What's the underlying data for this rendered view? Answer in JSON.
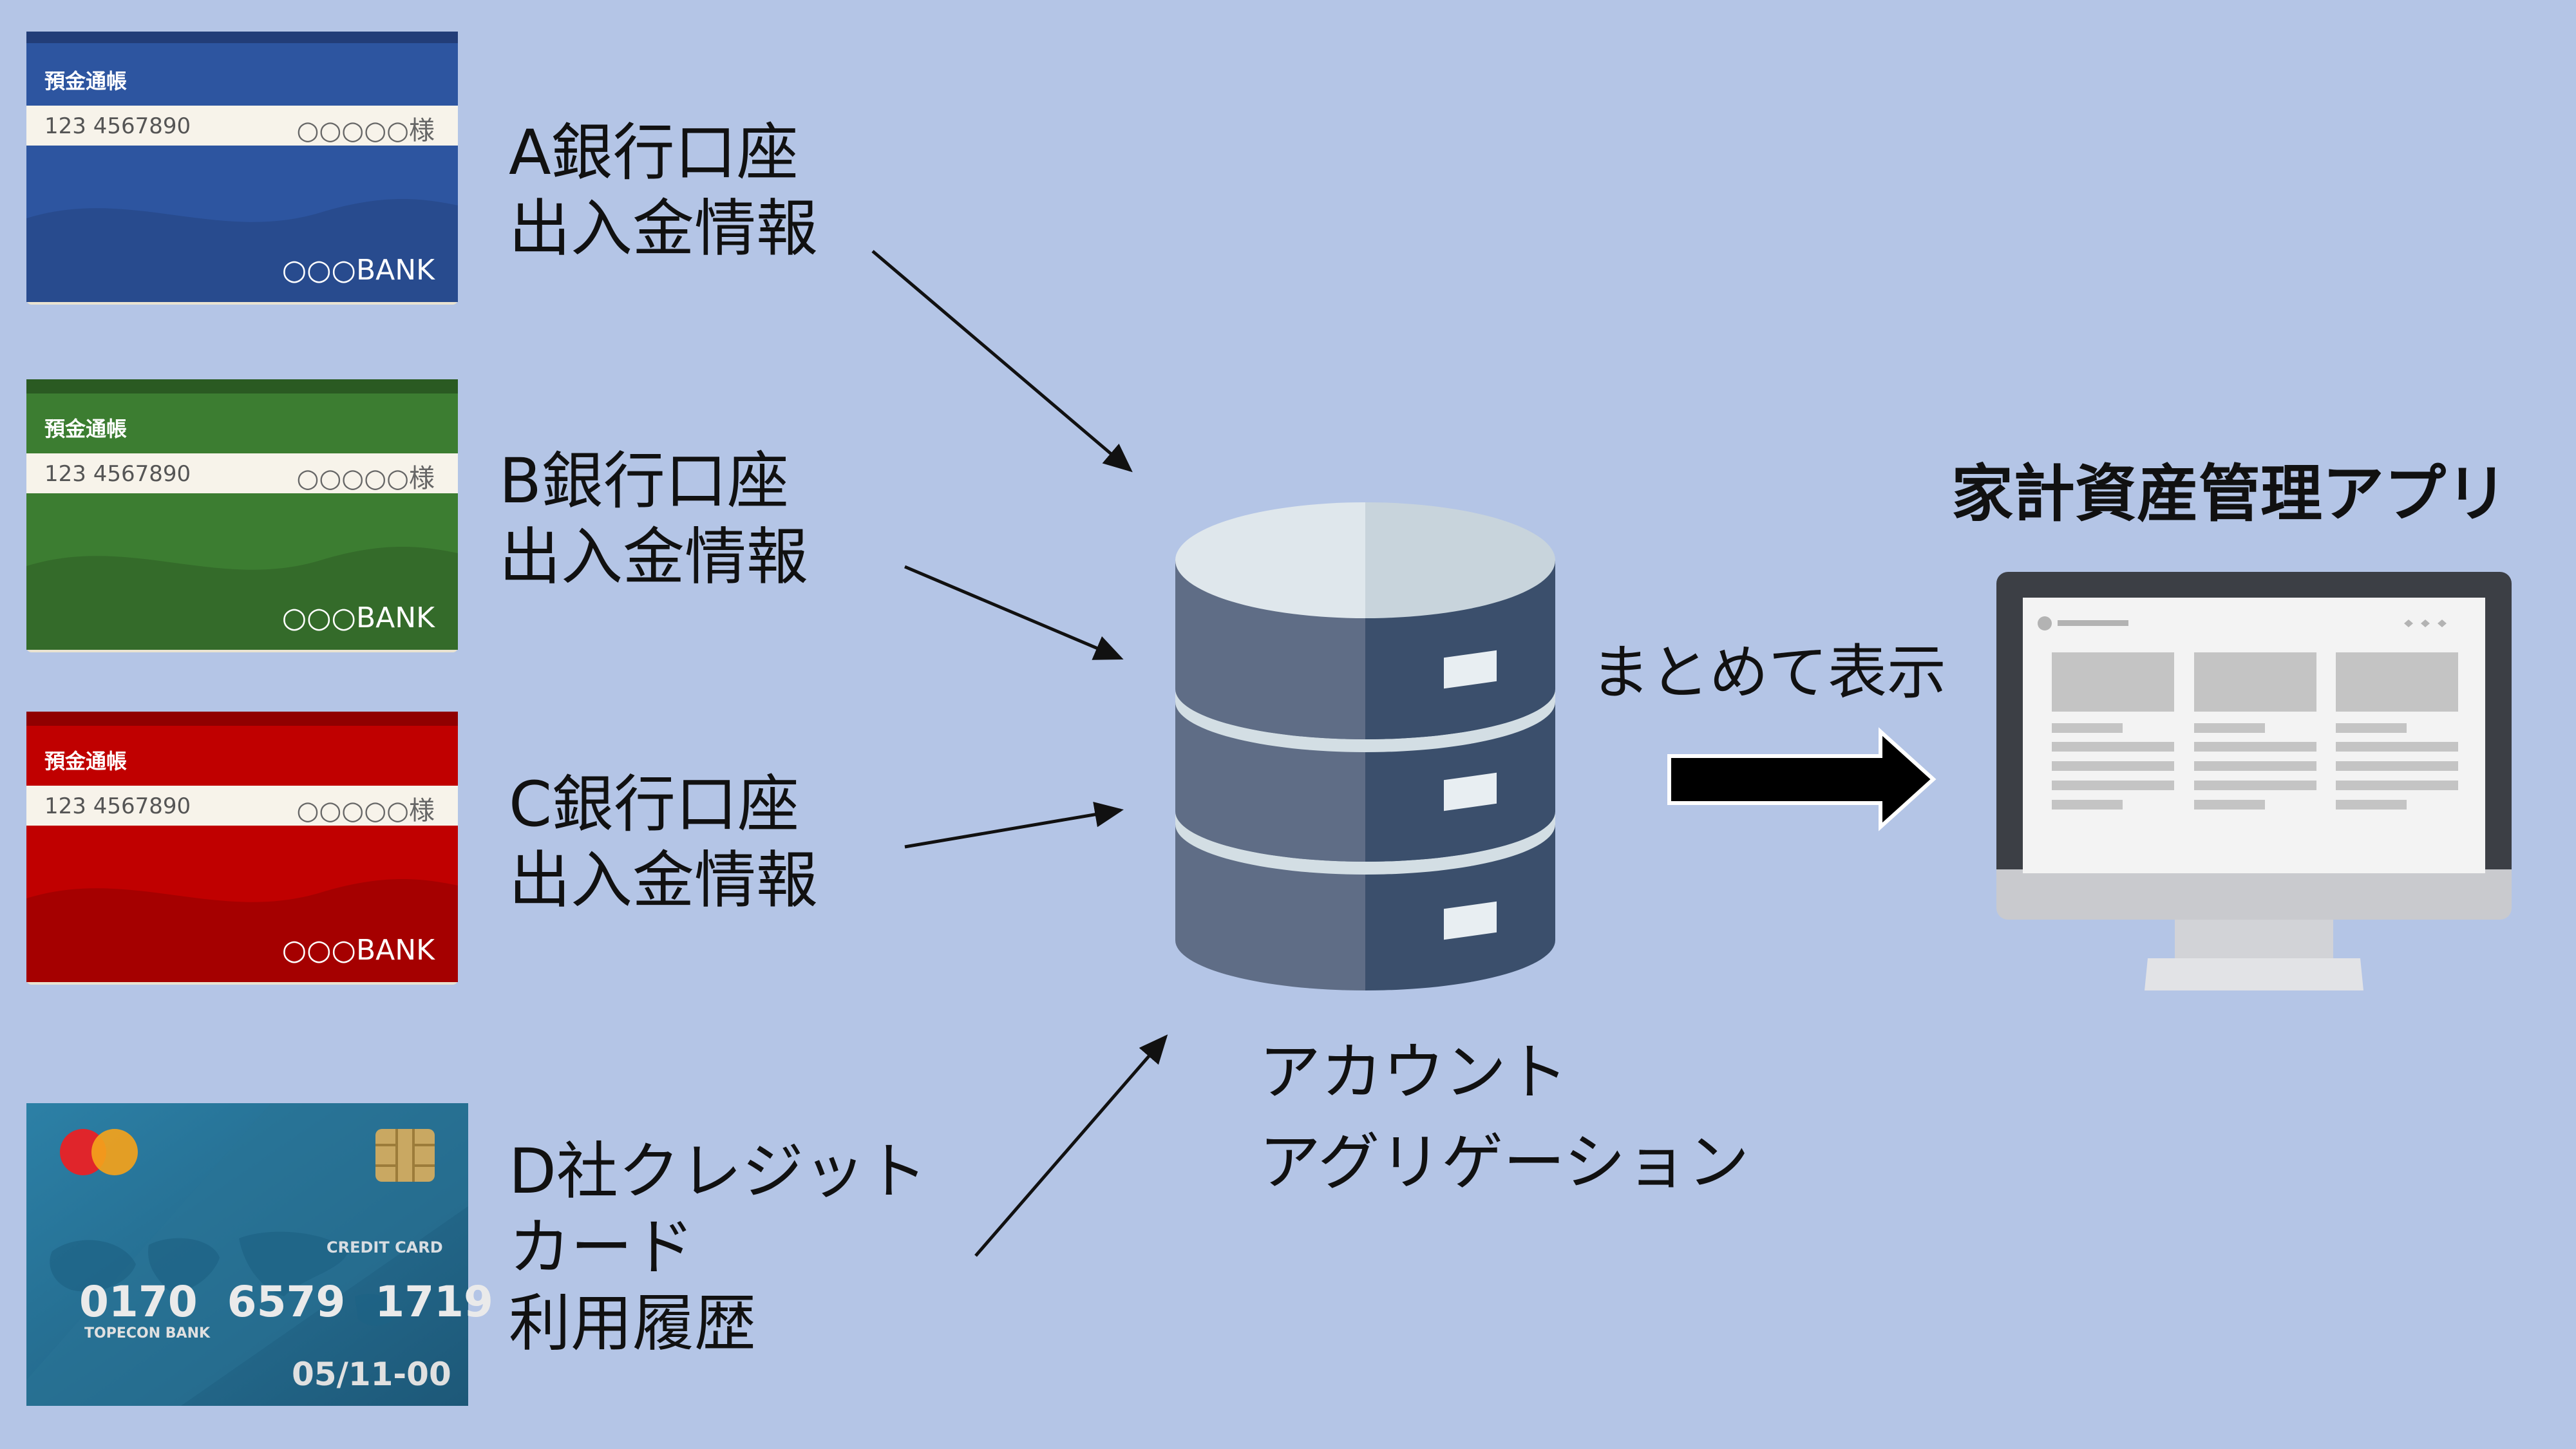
{
  "passbooks": [
    {
      "title": "預金通帳",
      "number": "123 4567890",
      "name": "○○○○○様",
      "bank": "○○○BANK",
      "color": "#2d55a0",
      "dark": "#284b8e",
      "top": "#223d78"
    },
    {
      "title": "預金通帳",
      "number": "123 4567890",
      "name": "○○○○○様",
      "bank": "○○○BANK",
      "color": "#3c7d31",
      "dark": "#346b2a",
      "top": "#2a5a22"
    },
    {
      "title": "預金通帳",
      "number": "123 4567890",
      "name": "○○○○○様",
      "bank": "○○○BANK",
      "color": "#c00000",
      "dark": "#a50000",
      "top": "#900000"
    }
  ],
  "credit_card": {
    "label": "CREDIT CARD",
    "number": "0170  6579  1719",
    "bank": "TOPECON BANK",
    "expiry": "05/11-00"
  },
  "labels": {
    "a": "A銀行口座\n出入金情報",
    "b": "B銀行口座\n出入金情報",
    "c": "C銀行口座\n出入金情報",
    "d": "D社クレジット\nカード\n利用履歴",
    "aggregation": "アカウント\nアグリゲーション",
    "display": "まとめて表示",
    "app_title": "家計資産管理アプリ"
  },
  "colors": {
    "background": "#b4c5e6",
    "db_left": "#5f6d86",
    "db_right": "#3b4f6c",
    "db_top": "#d3dee4"
  }
}
